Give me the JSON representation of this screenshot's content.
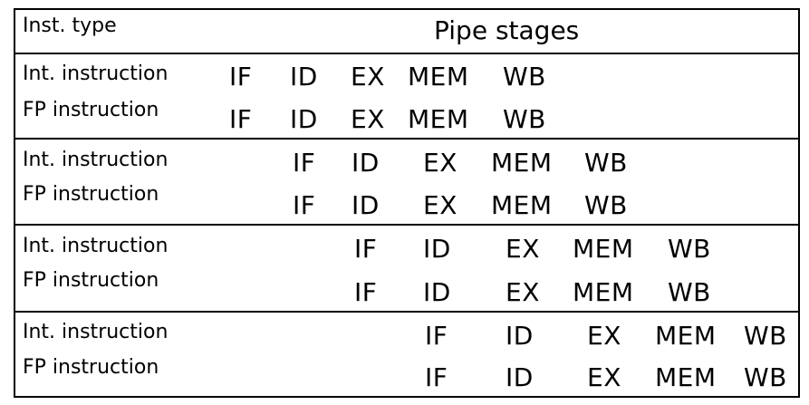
{
  "header": {
    "inst_type_label": "Inst. type",
    "pipe_stages_label": "Pipe stages"
  },
  "groups": [
    {
      "rows": [
        {
          "label": "Int. instruction",
          "stages": [
            "IF",
            "ID",
            "EX",
            "MEM",
            "WB"
          ]
        },
        {
          "label": "FP instruction",
          "stages": [
            "IF",
            "ID",
            "EX",
            "MEM",
            "WB"
          ]
        }
      ]
    },
    {
      "rows": [
        {
          "label": "Int. instruction",
          "stages": [
            "IF",
            "ID",
            "EX",
            "MEM",
            "WB"
          ]
        },
        {
          "label": "FP instruction",
          "stages": [
            "IF",
            "ID",
            "EX",
            "MEM",
            "WB"
          ]
        }
      ]
    },
    {
      "rows": [
        {
          "label": "Int. instruction",
          "stages": [
            "IF",
            "ID",
            "EX",
            "MEM",
            "WB"
          ]
        },
        {
          "label": "FP instruction",
          "stages": [
            "IF",
            "ID",
            "EX",
            "MEM",
            "WB"
          ]
        }
      ]
    },
    {
      "rows": [
        {
          "label": "Int. instruction",
          "stages": [
            "IF",
            "ID",
            "EX",
            "MEM",
            "WB"
          ]
        },
        {
          "label": "FP instruction",
          "stages": [
            "IF",
            "ID",
            "EX",
            "MEM",
            "WB"
          ]
        }
      ]
    }
  ]
}
